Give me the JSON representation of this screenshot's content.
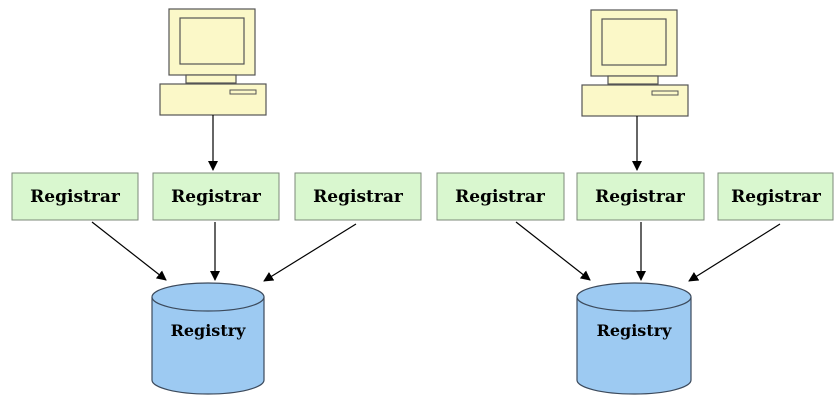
{
  "diagrams": [
    {
      "registrars": [
        {
          "label": "Registrar"
        },
        {
          "label": "Registrar"
        },
        {
          "label": "Registrar"
        }
      ],
      "registry": {
        "label": "Registry"
      }
    },
    {
      "registrars": [
        {
          "label": "Registrar"
        },
        {
          "label": "Registrar"
        },
        {
          "label": "Registrar"
        }
      ],
      "registry": {
        "label": "Registry"
      }
    }
  ],
  "colors": {
    "registrar_fill": "#d9f7cf",
    "registrar_stroke": "#7c8a7a",
    "registry_fill": "#9dcaf2",
    "registry_stroke": "#3c4a5c",
    "computer_fill": "#fbf8c8",
    "computer_stroke": "#555555",
    "arrow": "#000000"
  }
}
